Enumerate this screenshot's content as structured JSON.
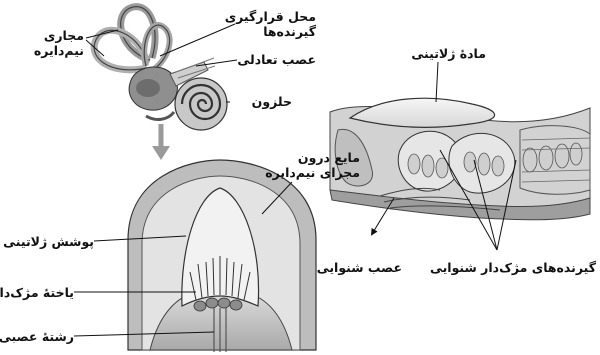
{
  "labels": {
    "semicircular_canals": "مجاری\nنیم‌دایره",
    "receptor_location": "محل قرارگیری\nگیرنده‌ها",
    "vestibular_nerve": "عصب تعادلی",
    "cochlea": "حلزون",
    "gelatinous_substance": "مادهٔ ژلاتینی",
    "semicircular_fluid": "مایع درون\nمجرای نیم‌دایره",
    "gelatinous_cover": "پوشش ژلاتینی",
    "hair_cell": "یاختهٔ مژک‌دار",
    "nerve_fiber": "رشتهٔ عصبی",
    "auditory_nerve": "عصب شنوایی",
    "hair_receptors": "گیرنده‌های مژک‌دار شنوایی"
  },
  "colors": {
    "ink": "#111111",
    "tissue_light": "#e6e6e6",
    "tissue_mid": "#bdbdbd",
    "tissue_dark": "#6f6f6f"
  }
}
